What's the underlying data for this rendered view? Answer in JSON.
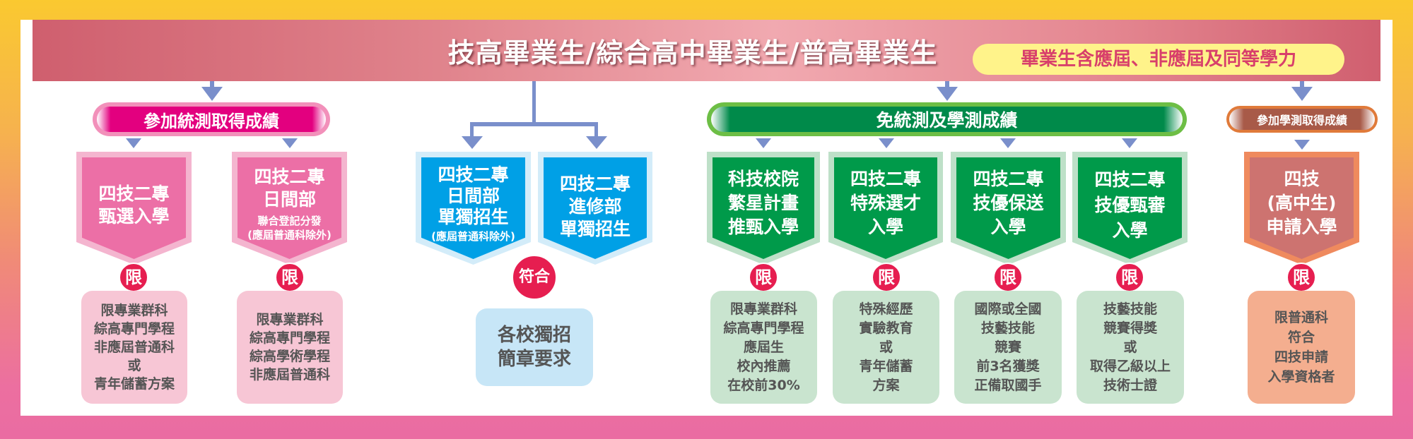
{
  "header": {
    "title": "技高畢業生/綜合高中畢業生/普高畢業生",
    "subtitle": "畢業生含應屆、非應屆及同等學力"
  },
  "colors": {
    "arrow": "#7A8FCB",
    "badge": "#E61E50",
    "pink": "#EC6FA6",
    "blue": "#00A0E6",
    "green": "#009A4A",
    "orange": "#CD7370"
  },
  "pink_group": {
    "pill": "參加統測取得成績",
    "boxes": [
      {
        "title": "四技二專\n甄選入學",
        "sub": "",
        "badge": "限",
        "info": "限專業群科\n綜高專門學程\n非應屆普通科\n或\n青年儲蓄方案"
      },
      {
        "title": "四技二專\n日間部",
        "sub": "聯合登記分發\n(應屆普通科除外)",
        "badge": "限",
        "info": "限專業群科\n綜高專門學程\n綜高學術學程\n非應屆普通科"
      }
    ]
  },
  "blue_group": {
    "boxes": [
      {
        "title": "四技二專\n日間部\n單獨招生",
        "sub": "(應屆普通科除外)"
      },
      {
        "title": "四技二專\n進修部\n單獨招生",
        "sub": ""
      }
    ],
    "badge": "符合",
    "info": "各校獨招\n簡章要求"
  },
  "green_group": {
    "pill": "免統測及學測成績",
    "boxes": [
      {
        "title": "科技校院\n繁星計畫\n推甄入學",
        "badge": "限",
        "info": "限專業群科\n綜高專門學程\n應屆生\n校內推薦\n在校前30%"
      },
      {
        "title": "四技二專\n特殊選才\n入學",
        "badge": "限",
        "info": "特殊經歷\n實驗教育\n或\n青年儲蓄\n方案"
      },
      {
        "title": "四技二專\n技優保送\n入學",
        "badge": "限",
        "info": "國際或全國\n技藝技能\n競賽\n前3名獲獎\n正備取國手"
      },
      {
        "title": "四技二專\n技優甄審\n入學",
        "badge": "限",
        "info": "技藝技能\n競賽得獎\n或\n取得乙級以上\n技術士證"
      }
    ]
  },
  "orange_group": {
    "pill": "參加學測取得成績",
    "box": {
      "title": "四技\n(高中生)\n申請入學",
      "badge": "限",
      "info": "限普通科\n符合\n四技申請\n入學資格者"
    }
  }
}
